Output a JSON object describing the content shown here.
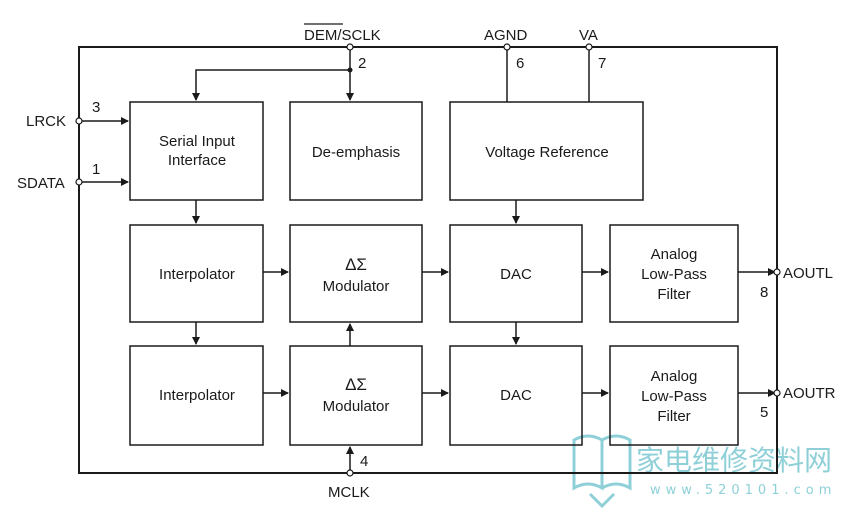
{
  "pins": {
    "dem_sclk": {
      "name": "DEM/SCLK",
      "number": "2"
    },
    "agnd": {
      "name": "AGND",
      "number": "6"
    },
    "va": {
      "name": "VA",
      "number": "7"
    },
    "lrck": {
      "name": "LRCK",
      "number": "3"
    },
    "sdata": {
      "name": "SDATA",
      "number": "1"
    },
    "aoutl": {
      "name": "AOUTL",
      "number": "8"
    },
    "aoutr": {
      "name": "AOUTR",
      "number": "5"
    },
    "mclk": {
      "name": "MCLK",
      "number": "4"
    }
  },
  "blocks": {
    "serial_input": [
      "Serial Input",
      "Interface"
    ],
    "de_emphasis": "De-emphasis",
    "voltage_reference": "Voltage Reference",
    "interpolator_top": "Interpolator",
    "modulator_top": [
      "ΔΣ",
      "Modulator"
    ],
    "dac_top": "DAC",
    "filter_top": [
      "Analog",
      "Low-Pass",
      "Filter"
    ],
    "interpolator_bottom": "Interpolator",
    "modulator_bottom": [
      "ΔΣ",
      "Modulator"
    ],
    "dac_bottom": "DAC",
    "filter_bottom": [
      "Analog",
      "Low-Pass",
      "Filter"
    ]
  },
  "watermark": {
    "text": "家电维修资料网",
    "url": "www.520101.com"
  }
}
